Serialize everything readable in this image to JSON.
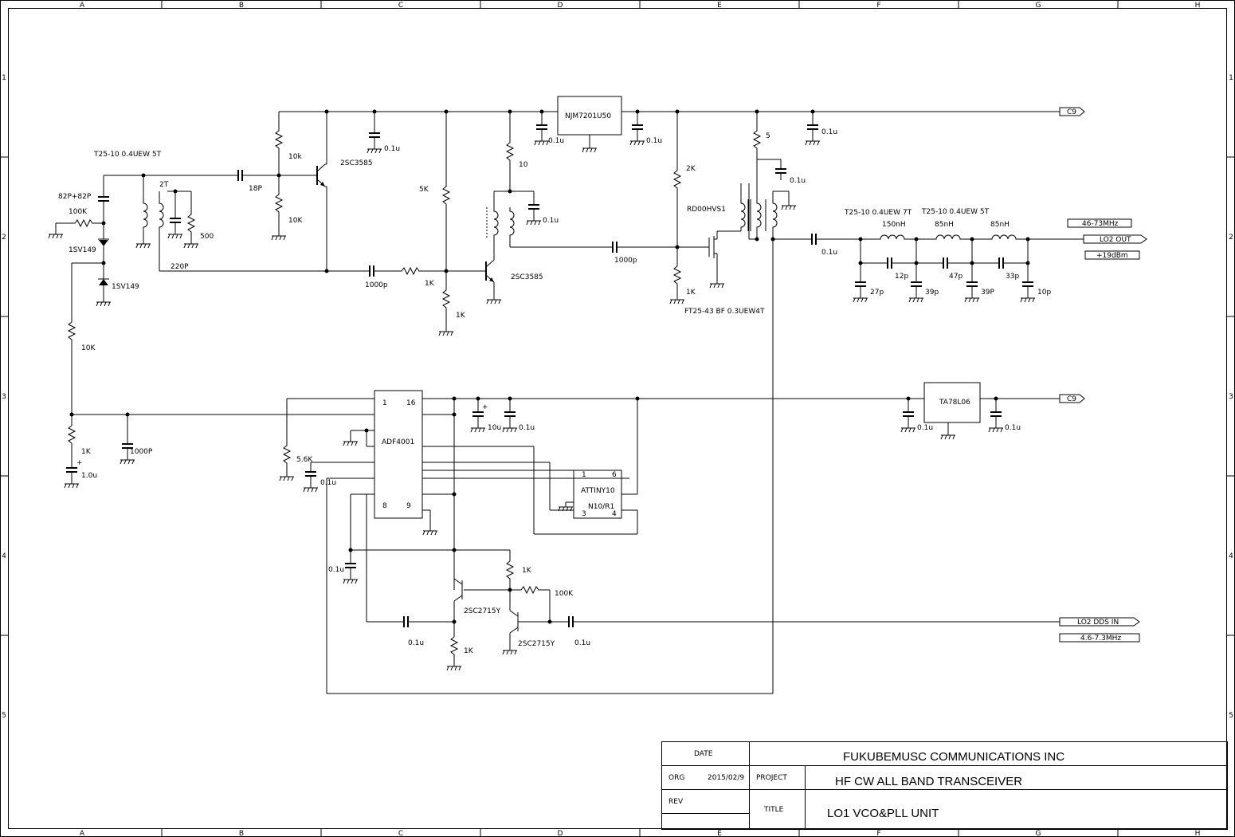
{
  "frame": {
    "columns": [
      "A",
      "B",
      "C",
      "D",
      "E",
      "F",
      "G",
      "H"
    ],
    "rows": [
      "1",
      "2",
      "3",
      "4",
      "5"
    ]
  },
  "title_block": {
    "date_label": "DATE",
    "org_label": "ORG",
    "org_date": "2015/02/9",
    "rev_label": "REV",
    "project_label": "PROJECT",
    "title_label": "TITLE",
    "company": "FUKUBEMUSC COMMUNICATIONS INC",
    "project": "HF CW ALL BAND TRANSCEIVER",
    "title": "LO1 VCO&PLL  UNIT"
  },
  "ports": {
    "c9_top": "C9",
    "c9_mid": "C9",
    "lo2_out": "LO2 OUT",
    "lo2_out_freq": "46-73MHz",
    "lo2_out_level": "+19dBm",
    "lo2_dds_in": "LO2 DDS IN",
    "lo2_dds_freq": "4.6-7.3MHz"
  },
  "ics": {
    "regulator_top": "NJM7201U50",
    "regulator_mid": "TA78L06",
    "pll": "ADF4001",
    "mcu": "ATTINY10",
    "mcu_sub": "N10/R1"
  },
  "pins": {
    "pll_1": "1",
    "pll_16": "16",
    "pll_8": "8",
    "pll_9": "9",
    "mcu_1": "1",
    "mcu_6": "6",
    "mcu_3": "3",
    "mcu_4": "4"
  },
  "labels": {
    "t_osc_coil": "T25-10 0.4UEW 5T",
    "c_82p": "82P+82P",
    "r_100k": "100K",
    "d1": "1SV149",
    "d2": "1SV149",
    "r_10k_bias": "10K",
    "r_1k_bias": "1K",
    "c_1u": "1.0u",
    "c_1000P": "1000P",
    "two_t": "2T",
    "r_500": "500",
    "c_220p": "220P",
    "c_18p": "18P",
    "r_10k_a": "10k",
    "r_10k_b": "10K",
    "q1": "2SC3585",
    "c_01u_a": "0.1u",
    "r_5k": "5K",
    "c_1000p_a": "1000p",
    "r_1k_a": "1K",
    "r_1k_b": "1K",
    "q2": "2SC3585",
    "r_10": "10",
    "c_01u_b": "0.1u",
    "c_01u_c": "0.1u",
    "c_01u_d": "0.1u",
    "c_1000p_b": "1000p",
    "r_2k": "2K",
    "r_1k_c": "1K",
    "fet": "RD00HVS1",
    "xfmr": "FT25-43 BF 0.3UEW4T",
    "r_5": "5",
    "c_01u_e": "0.1u",
    "c_01u_f": "0.1u",
    "c_01u_out": "0.1u",
    "t_7t": "T25-10 0.4UEW 7T",
    "t_5t": "T25-10 0.4UEW 5T",
    "l_150": "150nH",
    "l_85a": "85nH",
    "l_85b": "85nH",
    "c_27p": "27p",
    "c_12p": "12p",
    "c_39p": "39p",
    "c_47p": "47p",
    "c_39P": "39P",
    "c_33p": "33p",
    "c_10p": "10p",
    "c_10u": "10u",
    "c_01u_g": "0.1u",
    "r_56k": "5.6K",
    "c_01u_h": "0.1u",
    "c_01u_i": "0.1u",
    "c_01u_j": "0.1u",
    "c_01u_k": "0.1u",
    "c_01u_l": "0.1u",
    "c_01u_m": "0.1u",
    "r_1k_d": "1K",
    "r_100k_b": "100K",
    "q3": "2SC2715Y",
    "q4": "2SC2715Y",
    "r_1k_e": "1K"
  }
}
